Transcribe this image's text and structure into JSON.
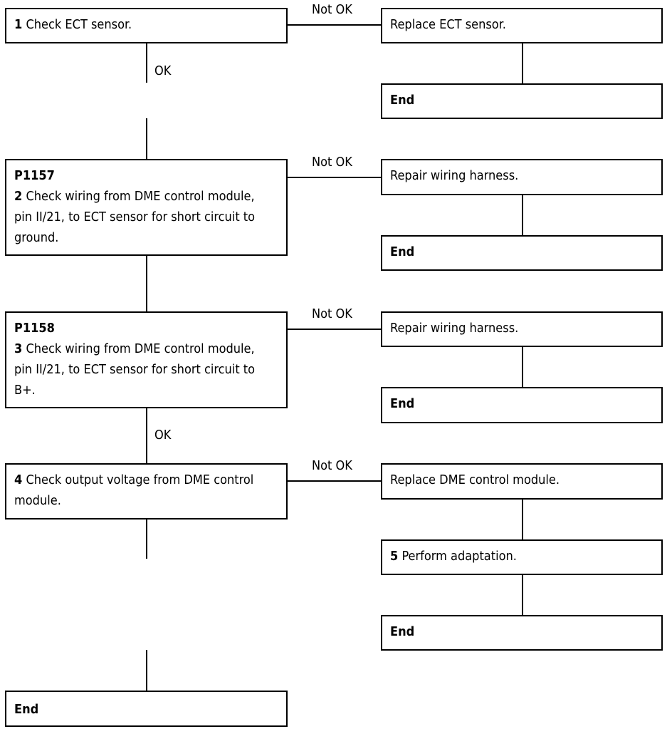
{
  "steps": [
    {
      "num": "1",
      "code": "",
      "text": "Check ECT sensor."
    },
    {
      "num": "2",
      "code": "P1157",
      "text": "Check wiring from DME control module, pin II/21, to ECT sensor for short circuit to ground."
    },
    {
      "num": "3",
      "code": "P1158",
      "text": "Check wiring from DME control module, pin II/21, to ECT sensor for short circuit to B+."
    },
    {
      "num": "4",
      "code": "",
      "text": "Check output voltage from DME control module."
    }
  ],
  "actions": {
    "a1": "Replace ECT sensor.",
    "a2": "Repair wiring harness.",
    "a3": "Repair wiring harness.",
    "a4": "Replace DME control module.",
    "a5_num": "5",
    "a5_text": "Perform adaptation."
  },
  "end_label": "End",
  "labels": {
    "not_ok": "Not OK",
    "ok": "OK"
  }
}
